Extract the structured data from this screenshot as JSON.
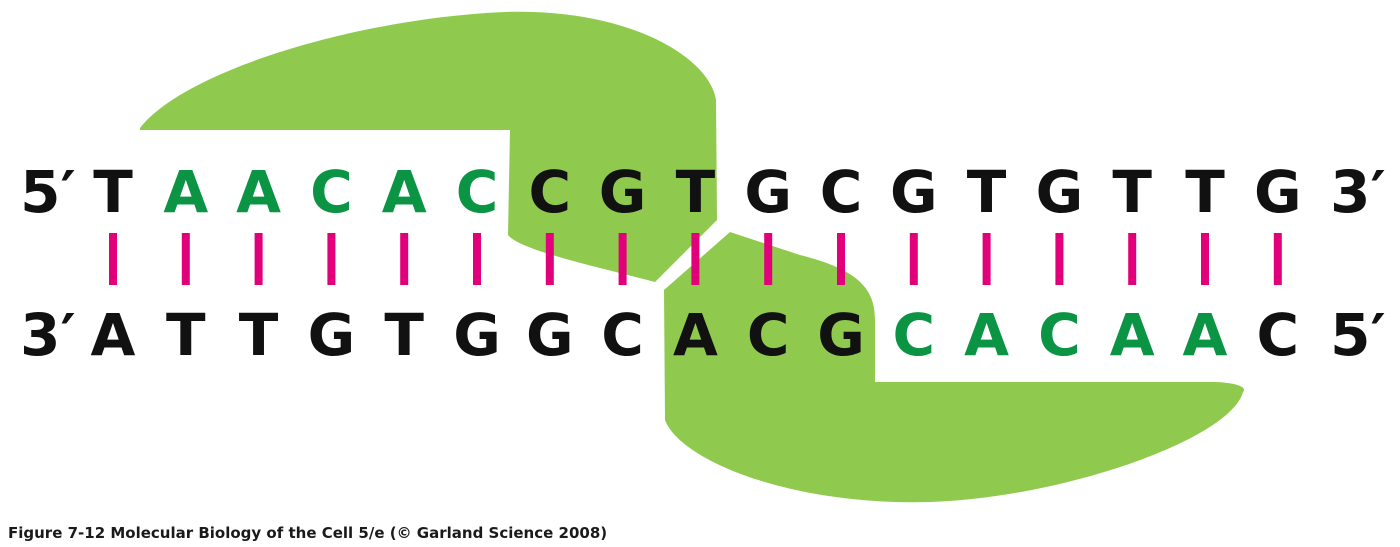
{
  "strand_top": {
    "start_label": "5′",
    "end_label": "3′",
    "bases": [
      "T",
      "A",
      "A",
      "C",
      "A",
      "C",
      "C",
      "G",
      "T",
      "G",
      "C",
      "G",
      "T",
      "G",
      "T",
      "T",
      "G"
    ],
    "highlight": [
      false,
      true,
      true,
      true,
      true,
      true,
      false,
      false,
      false,
      false,
      false,
      false,
      false,
      false,
      false,
      false,
      false
    ]
  },
  "strand_bottom": {
    "start_label": "3′",
    "end_label": "5′",
    "bases": [
      "A",
      "T",
      "T",
      "G",
      "T",
      "G",
      "G",
      "C",
      "A",
      "C",
      "G",
      "C",
      "A",
      "C",
      "A",
      "A",
      "C"
    ],
    "highlight": [
      false,
      false,
      false,
      false,
      false,
      false,
      false,
      false,
      false,
      false,
      false,
      true,
      true,
      true,
      true,
      true,
      false
    ]
  },
  "colors": {
    "base": "#111111",
    "highlight_base": "#0a9444",
    "bond": "#e2007a",
    "protein": "#8fca4e"
  },
  "caption": "Figure 7-12  Molecular Biology of the Cell 5/e (© Garland Science 2008)"
}
